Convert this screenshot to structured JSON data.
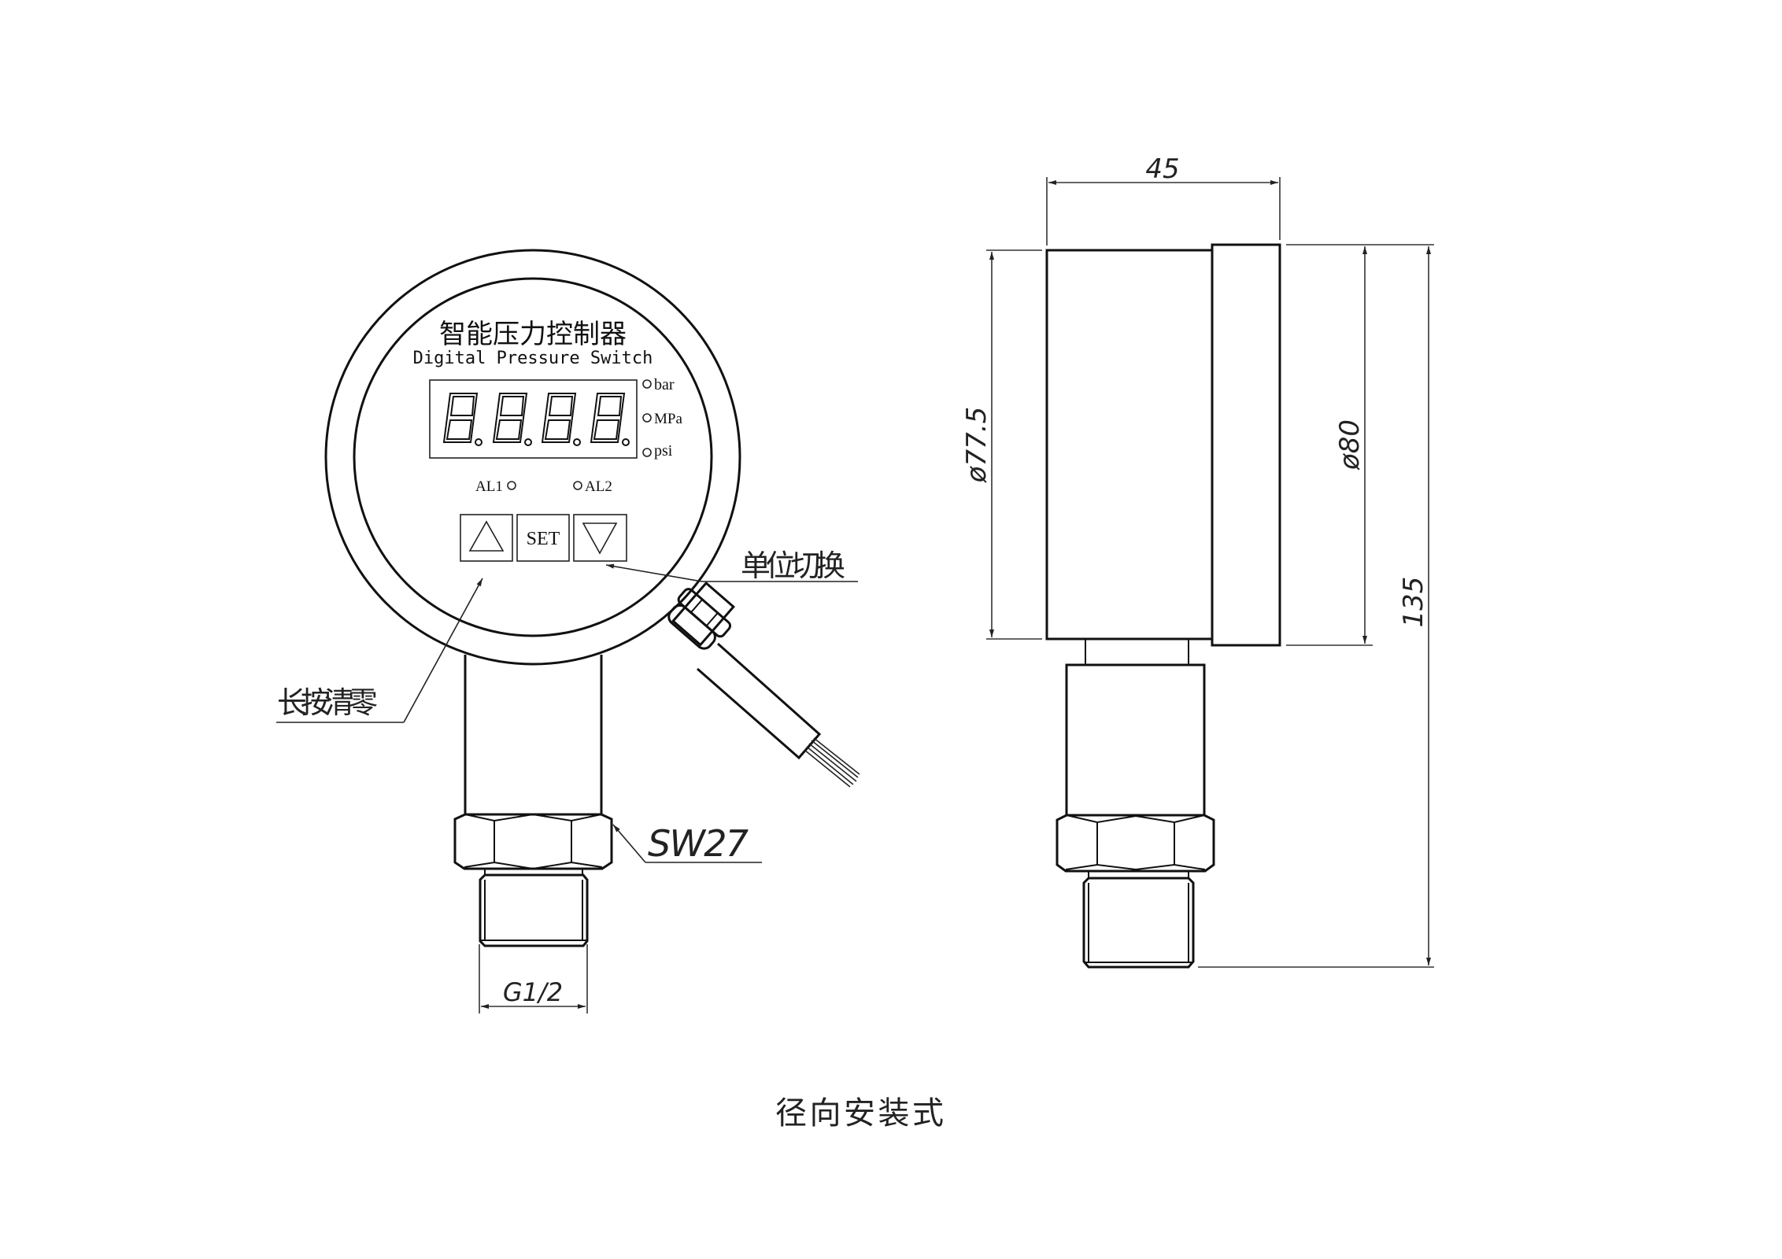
{
  "front_view": {
    "title_cn": "智能压力控制器",
    "title_en": "Digital Pressure Switch",
    "display_digits": [
      "8.",
      "8.",
      "8.",
      "8."
    ],
    "units": [
      "bar",
      "MPa",
      "psi"
    ],
    "alarms": {
      "al1": "AL1",
      "al2": "AL2"
    },
    "buttons": {
      "up": "△",
      "set": "SET",
      "down": "▽"
    },
    "callouts": {
      "zero_reset": "长按清零",
      "unit_switch": "单位切换",
      "wrench_size": "SW27",
      "thread": "G1/2"
    }
  },
  "side_view": {
    "dimensions": {
      "depth": "45",
      "body_diameter": "ø77.5",
      "bezel_diameter": "ø80",
      "total_height": "135"
    }
  },
  "caption": "径向安装式",
  "colors": {
    "line": "#111111",
    "background": "#ffffff"
  }
}
